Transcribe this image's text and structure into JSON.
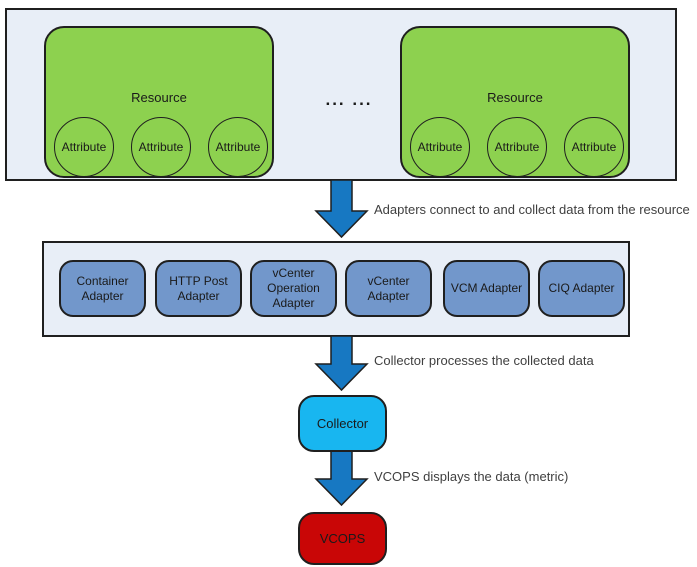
{
  "colors": {
    "container_fill": "#E8EEF7",
    "container_border": "#1F1F1F",
    "resource_green": "#8DD14F",
    "adapter_blue": "#7297CB",
    "arrow_blue": "#1778C2",
    "collector_cyan": "#18B6F0",
    "vcops_red": "#C90606",
    "annotation_text": "#3F3F3F",
    "label_text": "#1A1A1A"
  },
  "resources_section": {
    "separator": "... ...",
    "groups": [
      {
        "label": "Resource",
        "attributes": [
          "Attribute",
          "Attribute",
          "Attribute"
        ]
      },
      {
        "label": "Resource",
        "attributes": [
          "Attribute",
          "Attribute",
          "Attribute"
        ]
      }
    ]
  },
  "adapters": [
    "Container Adapter",
    "HTTP Post Adapter",
    "vCenter Operation Adapter",
    "vCenter Adapter",
    "VCM Adapter",
    "CIQ Adapter"
  ],
  "annotations": [
    "Adapters connect to and collect data from the resource",
    "Collector processes the collected data",
    "VCOPS displays the data (metric)"
  ],
  "collector": {
    "label": "Collector"
  },
  "vcops": {
    "label": "VCOPS"
  }
}
